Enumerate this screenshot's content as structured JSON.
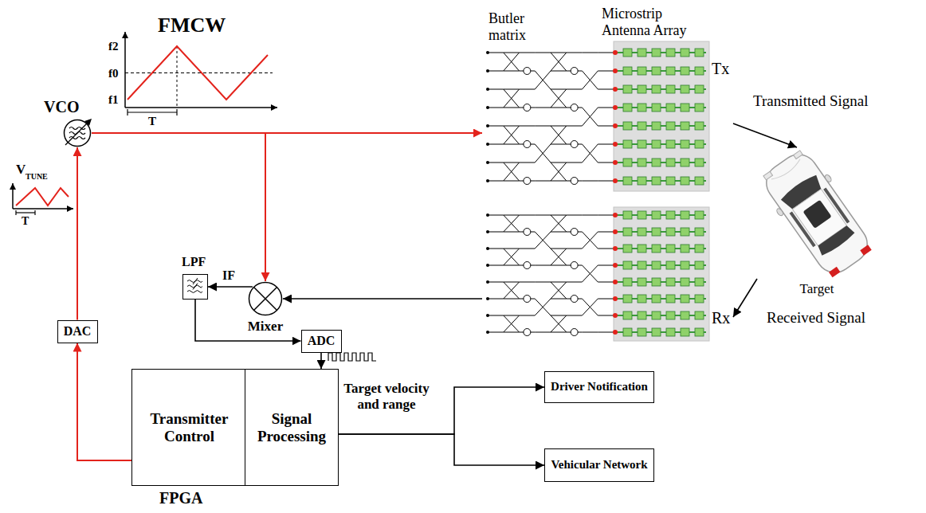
{
  "diagram": {
    "nodes": [
      {
        "text": [
          "VCO"
        ]
      },
      {
        "text": [
          "DAC"
        ]
      },
      {
        "text": [
          "LPF"
        ]
      },
      {
        "text": [
          "Mixer"
        ]
      },
      {
        "text": [
          "ADC"
        ]
      },
      {
        "text": [
          "Transmitter Control"
        ]
      },
      {
        "text": [
          "Signal Processing"
        ]
      },
      {
        "text": [
          "Butler matrix",
          "Microstrip Antenna Array",
          "Tx"
        ]
      },
      {
        "text": [
          "Rx"
        ]
      },
      {
        "text": [
          "Target"
        ]
      },
      {
        "text": [
          "Driver Notification"
        ]
      },
      {
        "text": [
          "Vehicular Network"
        ]
      }
    ],
    "edges": [
      {
        "from": 5,
        "to": 1,
        "arrow": "to"
      },
      {
        "from": 1,
        "to": 0,
        "arrow": "to"
      },
      {
        "from": 0,
        "to": 7,
        "arrow": "to"
      },
      {
        "from": 0,
        "to": 3,
        "arrow": "to"
      },
      {
        "from": 8,
        "to": 3,
        "arrow": "to"
      },
      {
        "from": 3,
        "to": 2,
        "label": "IF",
        "arrow": "to"
      },
      {
        "from": 2,
        "to": 4,
        "arrow": "to"
      },
      {
        "from": 4,
        "to": 6,
        "arrow": "to"
      },
      {
        "from": 6,
        "to": 10,
        "label": "Target velocity and range",
        "arrow": "to"
      },
      {
        "from": 6,
        "to": 11,
        "arrow": "to"
      },
      {
        "from": 7,
        "to": 9,
        "label": "Transmitted Signal",
        "arrow": "to"
      },
      {
        "from": 9,
        "to": 8,
        "label": "Received Signal",
        "arrow": "to"
      }
    ],
    "labels": [
      "FMCW",
      "f2",
      "f0",
      "f1",
      "T",
      "V",
      "TUNE",
      "T",
      "FPGA"
    ]
  }
}
